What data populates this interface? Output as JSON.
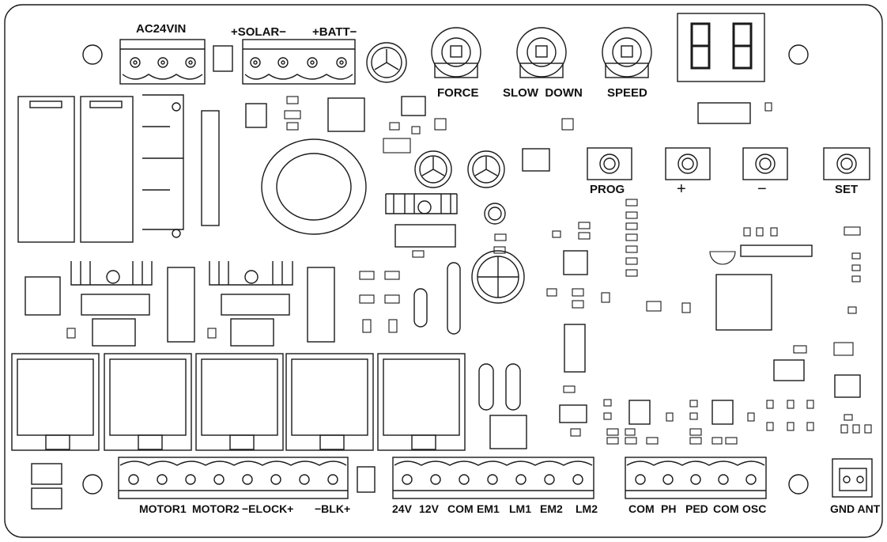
{
  "labels": {
    "ac24vin": "AC24VIN",
    "solar": "+SOLAR−",
    "batt": "+BATT−",
    "force": "FORCE",
    "slow_down": "SLOW  DOWN",
    "speed": "SPEED",
    "prog": "PROG",
    "plus": "+",
    "minus": "−",
    "set": "SET",
    "motor1": "MOTOR1",
    "motor2": "MOTOR2",
    "elock": "−ELOCK+",
    "blk": "−BLK+",
    "v24": "24V",
    "v12": "12V",
    "com1": "COM",
    "em1": "EM1",
    "lm1": "LM1",
    "em2": "EM2",
    "lm2": "LM2",
    "com2": "COM",
    "ph": "PH",
    "ped": "PED",
    "com3": "COM",
    "osc": "OSC",
    "gnd_ant": "GND ANT"
  },
  "colors": {
    "line": "#1a1a1a",
    "fill": "#ffffff"
  }
}
